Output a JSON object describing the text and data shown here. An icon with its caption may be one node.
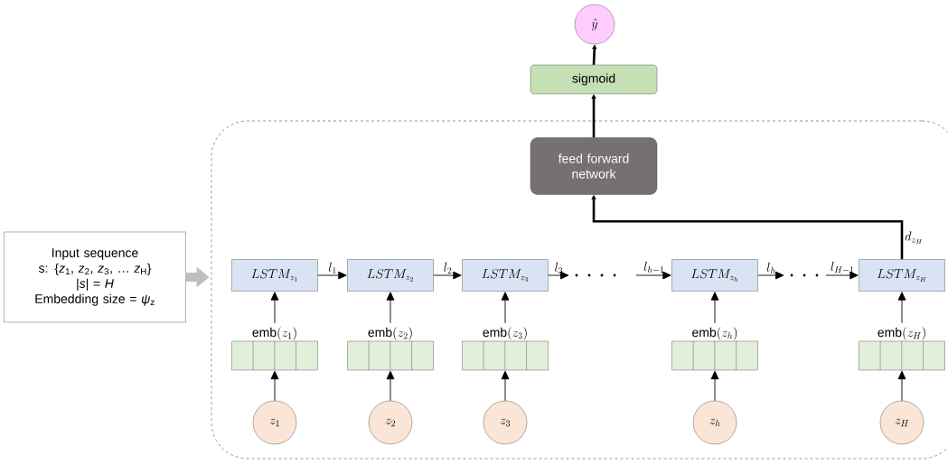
{
  "diagram": {
    "nodes": [
      {
        "text": [
          "Input sequence",
          "s: {*z*$_{1}$, *z*$_{2}$, *z*$_{3}$, … *z*$_{H}$}",
          "|*s*| = *H*",
          "Embedding size = *ψ*$_{z}$"
        ]
      },
      {
        "text": [],
        "shape": "box"
      },
      {
        "text": [
          "\\hat{y}"
        ]
      },
      {
        "text": [
          "sigmoid"
        ]
      },
      {
        "text": [
          "feed forward network"
        ],
        "in": 1
      },
      {
        "text": [
          "LSTM_{z_1}"
        ],
        "in": 1
      },
      {
        "text": [
          "LSTM_{z_2}"
        ],
        "in": 1
      },
      {
        "text": [
          "LSTM_{z_3}"
        ],
        "in": 1
      },
      {
        "text": [
          "LSTM_{z_h}"
        ],
        "in": 1
      },
      {
        "text": [
          "LSTM_{z_H}"
        ],
        "in": 1
      },
      {
        "text": [
          "\\mathrm{emb}(z_1)"
        ],
        "in": 1
      },
      {
        "text": [
          "\\mathrm{emb}(z_2)"
        ],
        "in": 1
      },
      {
        "text": [
          "\\mathrm{emb}(z_3)"
        ],
        "in": 1
      },
      {
        "text": [
          "\\mathrm{emb}(z_h)"
        ],
        "in": 1
      },
      {
        "text": [
          "\\mathrm{emb}(z_H)"
        ],
        "in": 1
      },
      {
        "text": [
          "z_1"
        ],
        "in": 1
      },
      {
        "text": [
          "z_2"
        ],
        "in": 1
      },
      {
        "text": [
          "z_3"
        ],
        "in": 1
      },
      {
        "text": [
          "z_h"
        ],
        "in": 1
      },
      {
        "text": [
          "z_H"
        ],
        "in": 1
      }
    ],
    "edges": [
      {
        "from": 0,
        "to": 1,
        "arrow": "to",
        "style": "thick",
        "color": "#bfbfbf"
      },
      {
        "from": 5,
        "to": 6,
        "arrow": "to",
        "label": "l_1"
      },
      {
        "from": 6,
        "to": 7,
        "arrow": "to",
        "label": "l_2"
      },
      {
        "from": 7,
        "to": null,
        "arrow": "to",
        "label": "l_3"
      },
      {
        "from": null,
        "to": 8,
        "arrow": "to",
        "label": "l_{h-1}"
      },
      {
        "from": 8,
        "to": null,
        "arrow": "to",
        "label": "l_h"
      },
      {
        "from": null,
        "to": 9,
        "arrow": "to",
        "label": "l_{H-1}"
      },
      {
        "from": 15,
        "to": 10,
        "arrow": "to"
      },
      {
        "from": 16,
        "to": 11,
        "arrow": "to"
      },
      {
        "from": 17,
        "to": 12,
        "arrow": "to"
      },
      {
        "from": 18,
        "to": 13,
        "arrow": "to"
      },
      {
        "from": 19,
        "to": 14,
        "arrow": "to"
      },
      {
        "from": 10,
        "to": 5,
        "arrow": "to"
      },
      {
        "from": 11,
        "to": 6,
        "arrow": "to"
      },
      {
        "from": 12,
        "to": 7,
        "arrow": "to"
      },
      {
        "from": 13,
        "to": 8,
        "arrow": "to"
      },
      {
        "from": 14,
        "to": 9,
        "arrow": "to"
      },
      {
        "from": 9,
        "to": 4,
        "arrow": "to",
        "style": "thick",
        "label": "d_{z_H}"
      },
      {
        "from": 4,
        "to": 3,
        "arrow": "to",
        "style": "thick"
      },
      {
        "from": 3,
        "to": 2,
        "arrow": "to",
        "style": "thick"
      }
    ]
  }
}
